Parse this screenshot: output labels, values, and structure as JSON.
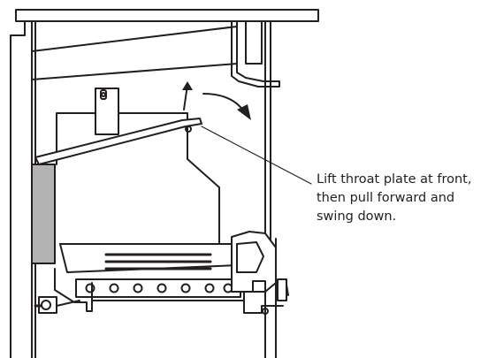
{
  "callout": {
    "lines": [
      "Lift throat plate at front,",
      "then pull forward and",
      "swing down."
    ]
  },
  "colors": {
    "stroke": "#231f20",
    "panel_fill": "#b3b3b3",
    "background": "#ffffff"
  }
}
